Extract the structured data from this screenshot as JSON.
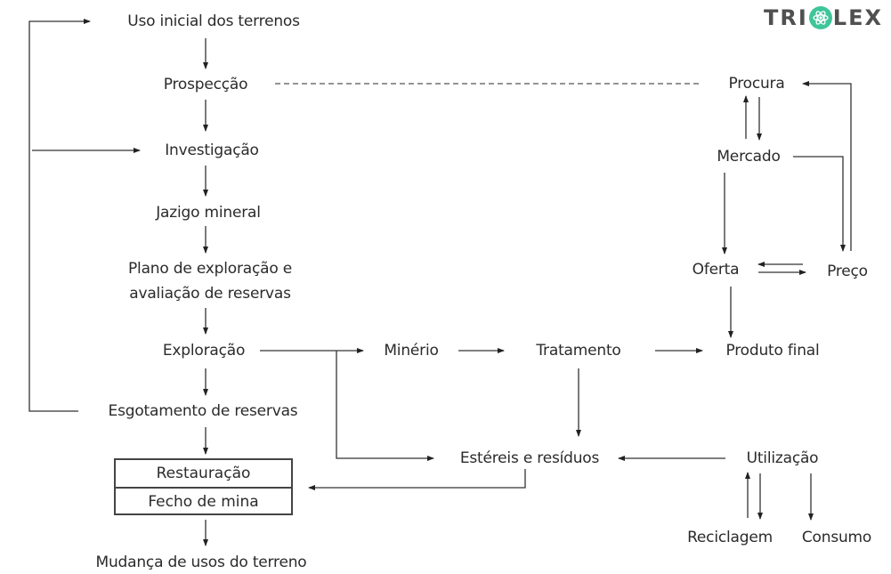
{
  "logo": {
    "text_left": "TRI",
    "text_right": "LEX",
    "icon": "atom-icon",
    "accent_color": "#3fc59a"
  },
  "nodes": {
    "uso_inicial": "Uso inicial dos terrenos",
    "prospeccao": "Prospecção",
    "investigacao": "Investigação",
    "jazigo": "Jazigo mineral",
    "plano_l1": "Plano de exploração e",
    "plano_l2": "avaliação de reservas",
    "exploracao": "Exploração",
    "esgotamento": "Esgotamento de reservas",
    "restauracao": "Restauração",
    "fecho": "Fecho de mina",
    "mudanca": "Mudança de usos do terreno",
    "minerio": "Minério",
    "tratamento": "Tratamento",
    "produto_final": "Produto final",
    "estereis": "Estéreis e resíduos",
    "utilizacao": "Utilização",
    "reciclagem": "Reciclagem",
    "consumo": "Consumo",
    "procura": "Procura",
    "mercado": "Mercado",
    "oferta": "Oferta",
    "preco": "Preço"
  },
  "edges": [
    {
      "from": "Uso inicial dos terrenos",
      "to": "Prospecção"
    },
    {
      "from": "Prospecção",
      "to": "Investigação"
    },
    {
      "from": "Investigação",
      "to": "Jazigo mineral"
    },
    {
      "from": "Jazigo mineral",
      "to": "Plano de exploração e avaliação de reservas"
    },
    {
      "from": "Plano de exploração e avaliação de reservas",
      "to": "Exploração"
    },
    {
      "from": "Exploração",
      "to": "Esgotamento de reservas"
    },
    {
      "from": "Esgotamento de reservas",
      "to": "Restauração / Fecho de mina"
    },
    {
      "from": "Restauração / Fecho de mina",
      "to": "Mudança de usos do terreno"
    },
    {
      "from": "Esgotamento de reservas",
      "to": "Uso inicial dos terrenos"
    },
    {
      "from": "Esgotamento de reservas",
      "to": "Investigação"
    },
    {
      "from": "Exploração",
      "to": "Minério"
    },
    {
      "from": "Exploração",
      "to": "Estéreis e resíduos"
    },
    {
      "from": "Minério",
      "to": "Tratamento"
    },
    {
      "from": "Tratamento",
      "to": "Produto final"
    },
    {
      "from": "Tratamento",
      "to": "Estéreis e resíduos"
    },
    {
      "from": "Estéreis e resíduos",
      "to": "Restauração / Fecho de mina"
    },
    {
      "from": "Utilização",
      "to": "Estéreis e resíduos"
    },
    {
      "from": "Utilização",
      "to": "Reciclagem"
    },
    {
      "from": "Reciclagem",
      "to": "Utilização"
    },
    {
      "from": "Utilização",
      "to": "Consumo"
    },
    {
      "from": "Prospecção",
      "to": "Procura",
      "style": "dashed"
    },
    {
      "from": "Mercado",
      "to": "Procura"
    },
    {
      "from": "Procura",
      "to": "Mercado"
    },
    {
      "from": "Mercado",
      "to": "Oferta"
    },
    {
      "from": "Mercado",
      "to": "Preço"
    },
    {
      "from": "Preço",
      "to": "Procura"
    },
    {
      "from": "Oferta",
      "to": "Preço"
    },
    {
      "from": "Preço",
      "to": "Oferta"
    },
    {
      "from": "Oferta",
      "to": "Produto final"
    }
  ]
}
